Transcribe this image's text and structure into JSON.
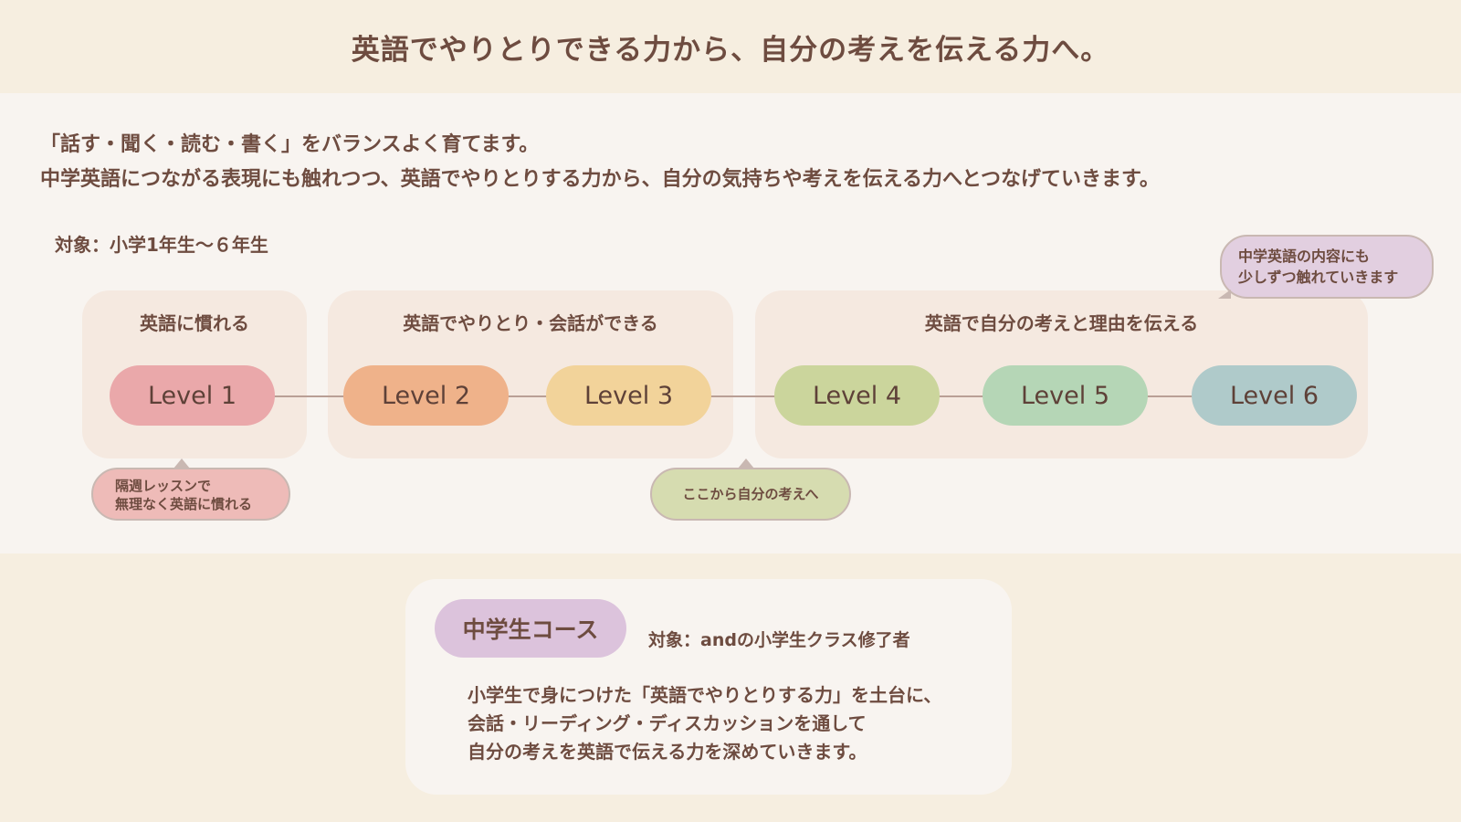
{
  "header": {
    "title": "英語でやりとりできる力から、自分の考えを伝える力へ。"
  },
  "intro": {
    "line1": "「話す・聞く・読む・書く」をバランスよく育てます。",
    "line2": "中学英語につながる表現にも触れつつ、英語でやりとりする力から、自分の気持ちや考えを伝える力へとつなげていきます。"
  },
  "elementary": {
    "target": "対象：小学1年生〜６年生",
    "groups": [
      {
        "label": "英語に慣れる"
      },
      {
        "label": "英語でやりとり・会話ができる"
      },
      {
        "label": "英語で自分の考えと理由を伝える"
      }
    ],
    "levels": [
      {
        "label": "Level 1",
        "color": "#eaa8aa"
      },
      {
        "label": "Level 2",
        "color": "#efb28a"
      },
      {
        "label": "Level 3",
        "color": "#f2d39a"
      },
      {
        "label": "Level 4",
        "color": "#cbd59c"
      },
      {
        "label": "Level 5",
        "color": "#b5d6b6"
      },
      {
        "label": "Level 6",
        "color": "#afcaca"
      }
    ],
    "bubbles": {
      "level1_line1": "隔週レッスンで",
      "level1_line2": "無理なく英語に慣れる",
      "level3": "ここから自分の考えへ",
      "level6_line1": "中学英語の内容にも",
      "level6_line2": "少しずつ触れていきます"
    },
    "bubble_colors": {
      "level1": "#eebbb8",
      "level3": "#d6dcb0",
      "level6": "#e2cfe0"
    }
  },
  "junior_high": {
    "title": "中学生コース",
    "target": "対象：andの小学生クラス修了者",
    "desc_line1": "小学生で身につけた「英語でやりとりする力」を土台に、",
    "desc_line2": "会話・リーディング・ディスカッションを通して",
    "desc_line3": "自分の考えを英語で伝える力を深めていきます。"
  }
}
